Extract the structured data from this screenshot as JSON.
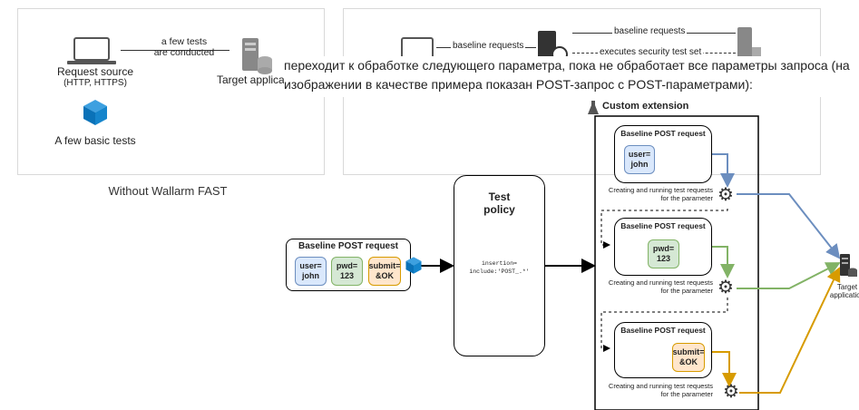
{
  "left_panel": {
    "edge_label": "a few tests\nare conducted",
    "source_label": "Request source",
    "source_sub": "(HTTP, HTTPS)",
    "target_label": "Target applica",
    "basic_tests_label": "A few basic tests",
    "caption": "Without Wallarm FAST"
  },
  "right_panel": {
    "baseline_requests_1": "baseline requests",
    "baseline_requests_2": "baseline requests",
    "executes_label": "executes security test set"
  },
  "ru_text": {
    "line1": "переходит к обработке следующего параметра, пока не обработает все параметры запроса (на",
    "line2": "изображении в качестве примера показан POST-запрос с POST-параметрами):"
  },
  "main": {
    "input_request": {
      "title": "Baseline POST request",
      "params": [
        "user=\njohn",
        "pwd=\n123",
        "submit=\n&OK"
      ]
    },
    "policy": {
      "title": "Test\npolicy",
      "code": "insertion=\ninclude:'POST_.*'"
    },
    "extension": {
      "title": "Custom extension",
      "cards": [
        {
          "title": "Baseline POST request",
          "param": "user=\njohn",
          "note": "Creating and running test requests\nfor the parameter"
        },
        {
          "title": "Baseline POST request",
          "param": "pwd=\n123",
          "note": "Creating and running test requests\nfor the parameter"
        },
        {
          "title": "Baseline POST request",
          "param": "submit=\n&OK",
          "note": "Creating and running test requests\nfor the parameter"
        }
      ]
    },
    "target_label": "Target\napplication",
    "colors": {
      "blue": "#6c8ebf",
      "green": "#82b366",
      "orange": "#d79b00"
    }
  }
}
